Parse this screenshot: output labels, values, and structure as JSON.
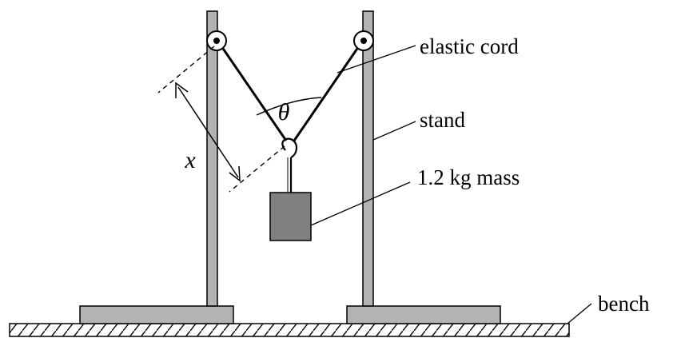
{
  "labels": {
    "elastic_cord": "elastic cord",
    "stand": "stand",
    "mass": "1.2 kg mass",
    "bench": "bench",
    "angle": "θ",
    "extension": "x"
  },
  "colors": {
    "stroke": "#000000",
    "metal": "#b3b3b3",
    "mass_fill": "#808080",
    "background": "#ffffff"
  }
}
